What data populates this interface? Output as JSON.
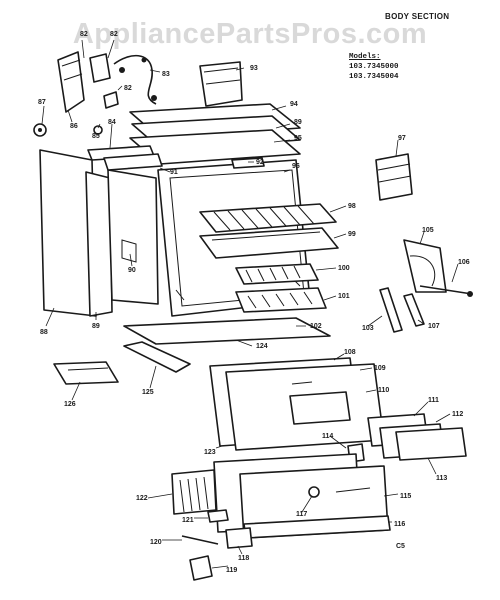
{
  "watermark": "AppliancePartsPros.com",
  "header": "BODY SECTION",
  "models_label": "Models:",
  "models": [
    "103.7345000",
    "103.7345004"
  ],
  "sheet_code": "C5",
  "callouts": {
    "c82": "82",
    "c83": "83",
    "c86": "86",
    "c87": "87",
    "c85": "85",
    "c84": "84",
    "c93": "93",
    "c94": "94",
    "c89a": "89",
    "c95": "95",
    "c92": "92",
    "c91": "91",
    "c96": "96",
    "c97": "97",
    "c98": "98",
    "c99": "99",
    "c90": "90",
    "c88": "88",
    "c89b": "89",
    "c100": "100",
    "c101": "101",
    "c102": "102",
    "c124": "124",
    "c105": "105",
    "c106": "106",
    "c103": "103",
    "c107": "107",
    "c126": "126",
    "c125": "125",
    "c108": "108",
    "c109": "109",
    "c110": "110",
    "c111": "111",
    "c112": "112",
    "c113": "113",
    "c114": "114",
    "c123": "123",
    "c122": "122",
    "c117": "117",
    "c115": "115",
    "c116": "116",
    "c121": "121",
    "c120": "120",
    "c118": "118",
    "c119": "119"
  }
}
